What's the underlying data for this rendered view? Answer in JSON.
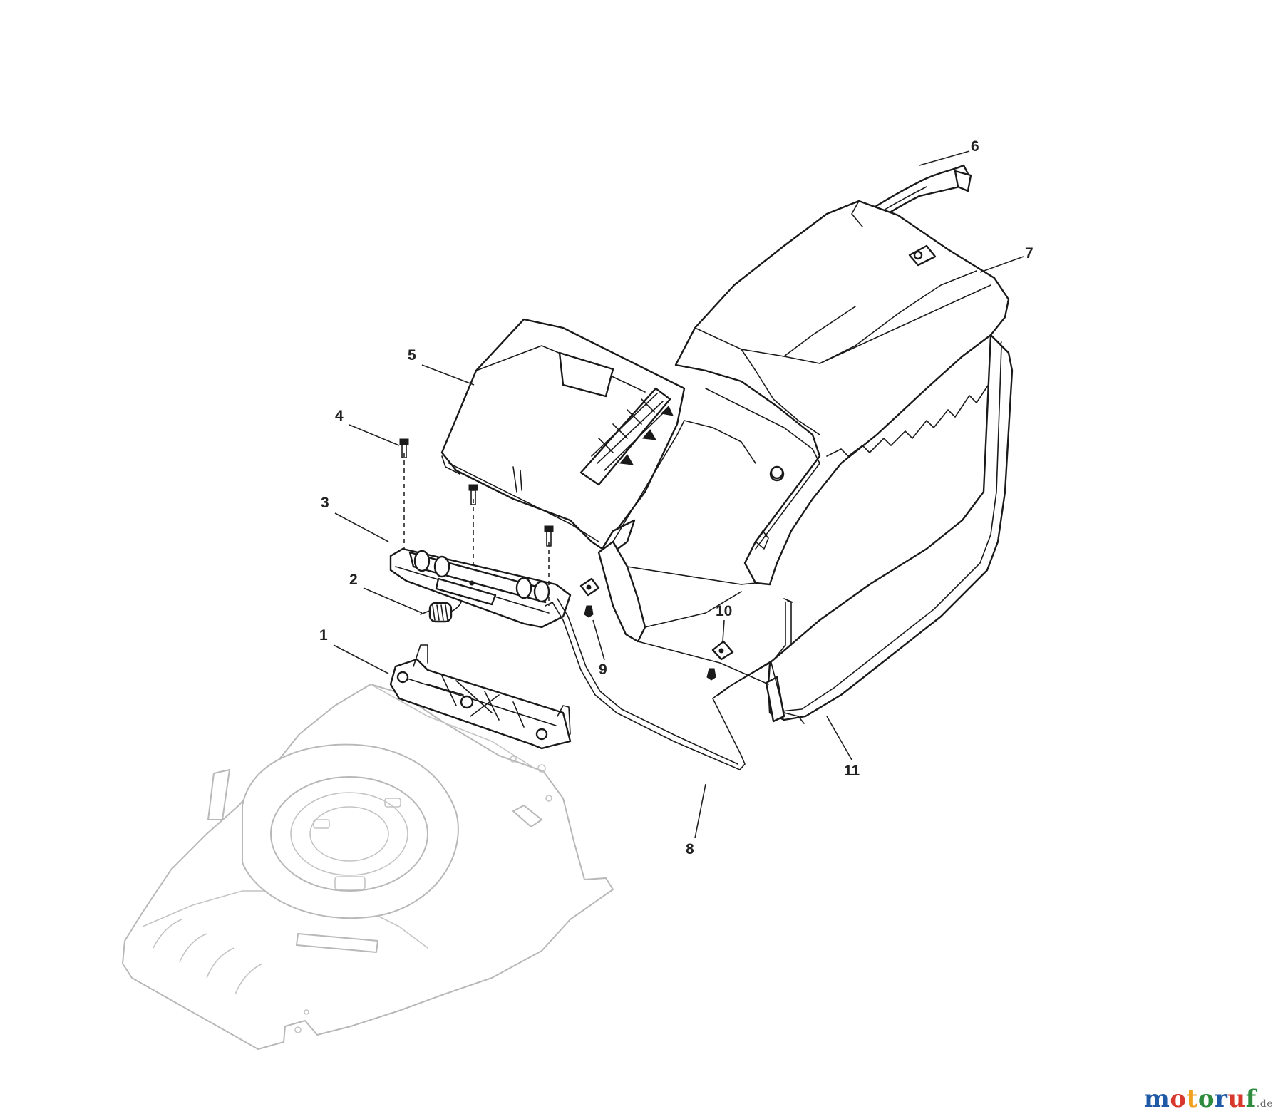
{
  "callouts": [
    {
      "id": "1",
      "label": "1"
    },
    {
      "id": "2",
      "label": "2"
    },
    {
      "id": "3",
      "label": "3"
    },
    {
      "id": "4",
      "label": "4"
    },
    {
      "id": "5",
      "label": "5"
    },
    {
      "id": "6",
      "label": "6"
    },
    {
      "id": "7",
      "label": "7"
    },
    {
      "id": "8",
      "label": "8"
    },
    {
      "id": "9",
      "label": "9"
    },
    {
      "id": "10",
      "label": "10"
    },
    {
      "id": "11",
      "label": "11"
    }
  ],
  "watermark": {
    "letters": [
      "m",
      "o",
      "t",
      "o",
      "r",
      "u",
      "f"
    ],
    "suffix": ".de",
    "letter_colors": [
      "#1f5aa6",
      "#d8382b",
      "#f0a21f",
      "#2e8b3d",
      "#1f5aa6",
      "#d8382b",
      "#2e8b3d"
    ]
  }
}
